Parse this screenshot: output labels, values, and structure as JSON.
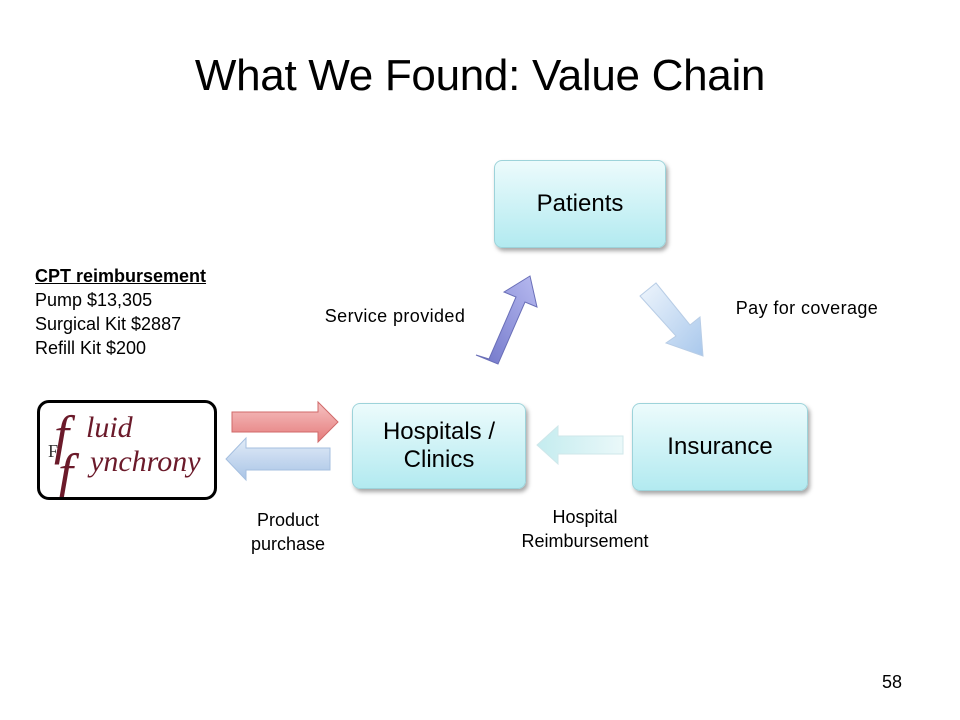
{
  "slide": {
    "title": "What We Found: Value Chain",
    "page_number": "58"
  },
  "nodes": {
    "patients": "Patients",
    "insurance": "Insurance",
    "hospitals": "Hospitals / Clinics"
  },
  "edge_labels": {
    "service_provided": "Service provided",
    "pay_for_coverage": "Pay for coverage",
    "hospital_reimbursement": "Hospital Reimbursement",
    "product_purchase": "Product purchase"
  },
  "cpt": {
    "heading": "CPT reimbursement",
    "items": [
      "Pump $13,305",
      "Surgical Kit $2887",
      "Refill Kit $200"
    ]
  },
  "logo": {
    "line1": "luid",
    "line2": "ynchrony",
    "text": "fluid synchrony",
    "color": "#6b1a2a"
  },
  "colors": {
    "node_fill_top": "#ecfbfc",
    "node_fill_bottom": "#b2eaf0",
    "arrow_service": "#8a8fd6",
    "arrow_pay": "#c8dcf4",
    "arrow_reimb": "#d8f0f2",
    "arrow_sell": "#ee9a9a",
    "arrow_purchase": "#c6d8ee"
  }
}
